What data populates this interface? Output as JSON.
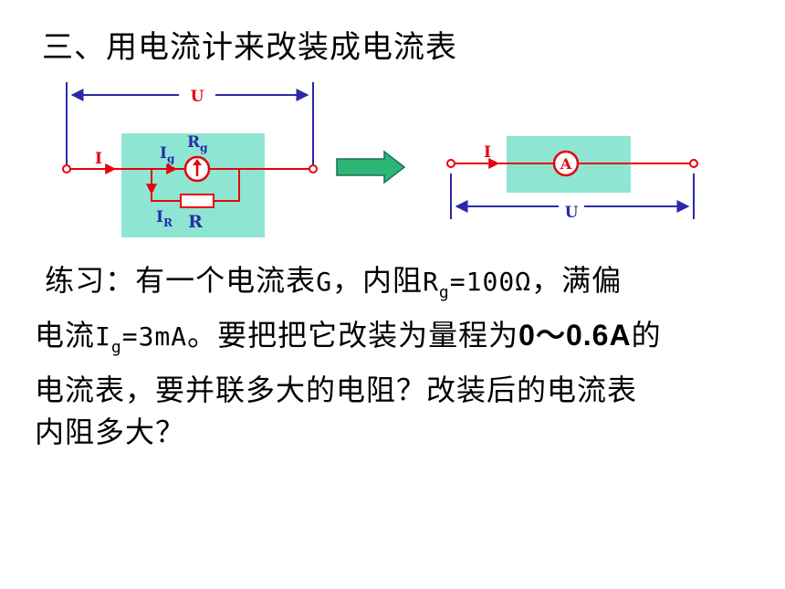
{
  "title": "三、用电流计来改装成电流表",
  "diagram_left": {
    "voltage_label": "U",
    "current_label": "I",
    "meter_current_main": "I",
    "meter_current_sub": "g",
    "meter_resistance_main": "R",
    "meter_resistance_sub": "g",
    "shunt_current_main": "I",
    "shunt_current_sub": "R",
    "shunt_resistor_label": "R"
  },
  "diagram_right": {
    "current_label": "I",
    "ammeter_label": "A",
    "voltage_label": "U"
  },
  "colors": {
    "wire": "#e8000b",
    "box_fill": "#8ee6d2",
    "dimension_line": "#2a2aa8",
    "arrow_fill": "#2bb673",
    "arrow_stroke": "#1e6e5a"
  },
  "exercise": {
    "l1_prefix": "练习：有一个电流表",
    "l1_g": "G",
    "l1_mid": "，内阻",
    "l1_r": "R",
    "l1_r_sub": "g",
    "l1_val": "=100Ω",
    "l1_suffix": "，满偏",
    "l2_prefix": "电流",
    "l2_i": "I",
    "l2_i_sub": "g",
    "l2_val": "=3mA",
    "l2_mid": "。要把把它改装为量程为",
    "l2_range": "0～0.6A",
    "l2_suffix": "的",
    "l3": "电流表，要并联多大的电阻？改装后的电流表",
    "l4": "内阻多大？"
  }
}
